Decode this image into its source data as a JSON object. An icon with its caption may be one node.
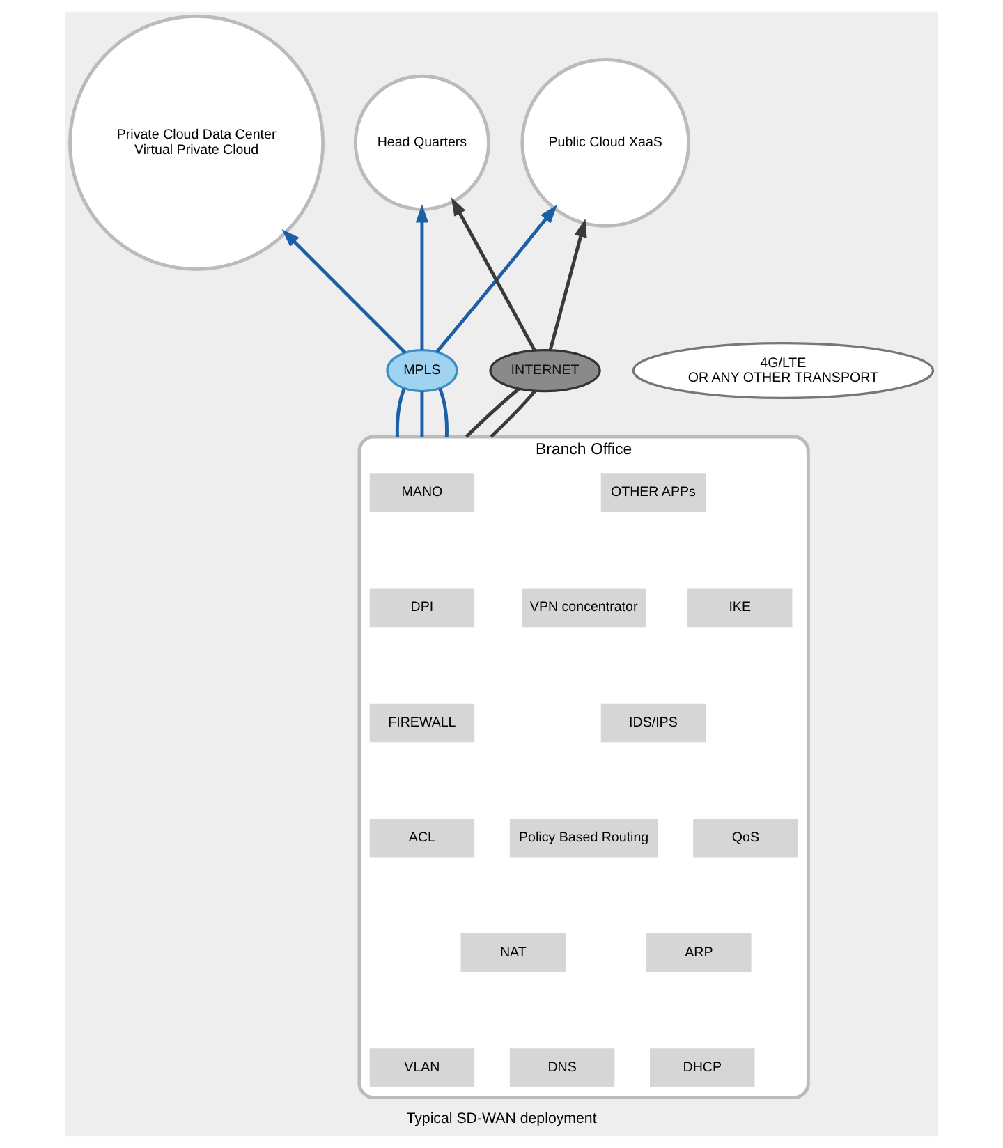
{
  "diagram": {
    "caption": "Typical SD-WAN deployment",
    "nodes": [
      {
        "text": [
          "Private Cloud Data Center",
          "Virtual Private Cloud"
        ]
      },
      {
        "text": [
          "Head Quarters"
        ]
      },
      {
        "text": [
          "Public Cloud XaaS"
        ]
      },
      {
        "text": [
          "MPLS"
        ]
      },
      {
        "text": [
          "4G/LTE",
          "OR ANY OTHER TRANSPORT"
        ]
      },
      {
        "text": [
          "INTERNET"
        ]
      },
      {
        "text": [
          "Branch Office"
        ]
      },
      {
        "text": [
          "MANO"
        ],
        "in": 6
      },
      {
        "text": [
          "OTHER APPs"
        ],
        "in": 6
      },
      {
        "text": [
          "DPI"
        ],
        "in": 6
      },
      {
        "text": [
          "IKE"
        ],
        "in": 6
      },
      {
        "text": [
          "VPN concentrator"
        ],
        "in": 6
      },
      {
        "text": [
          "FIREWALL"
        ],
        "in": 6
      },
      {
        "text": [
          "IDS/IPS"
        ],
        "in": 6
      },
      {
        "text": [
          "ACL"
        ],
        "in": 6
      },
      {
        "text": [
          "QoS"
        ],
        "in": 6
      },
      {
        "text": [
          "Policy Based Routing"
        ],
        "in": 6
      },
      {
        "text": [
          "NAT"
        ],
        "in": 6
      },
      {
        "text": [
          "ARP"
        ],
        "in": 6
      },
      {
        "text": [
          "DHCP"
        ],
        "in": 6
      },
      {
        "text": [
          "DNS"
        ],
        "in": 6
      },
      {
        "text": [
          "VLAN"
        ],
        "in": 6
      }
    ],
    "edges": [
      {
        "from": 6,
        "to": 3,
        "arrow": "none"
      },
      {
        "from": 6,
        "to": 3,
        "arrow": "none"
      },
      {
        "from": 6,
        "to": 3,
        "arrow": "none"
      },
      {
        "from": 3,
        "to": 0,
        "arrow": "to"
      },
      {
        "from": 3,
        "to": 1,
        "arrow": "to"
      },
      {
        "from": 3,
        "to": 2,
        "arrow": "to"
      },
      {
        "from": 6,
        "to": 5,
        "arrow": "none",
        "color": "#3a3a3a"
      },
      {
        "from": 6,
        "to": 5,
        "arrow": "none",
        "color": "#3a3a3a"
      },
      {
        "from": 5,
        "to": 1,
        "arrow": "to",
        "color": "#3a3a3a"
      },
      {
        "from": 5,
        "to": 2,
        "arrow": "to",
        "color": "#3a3a3a"
      }
    ]
  }
}
